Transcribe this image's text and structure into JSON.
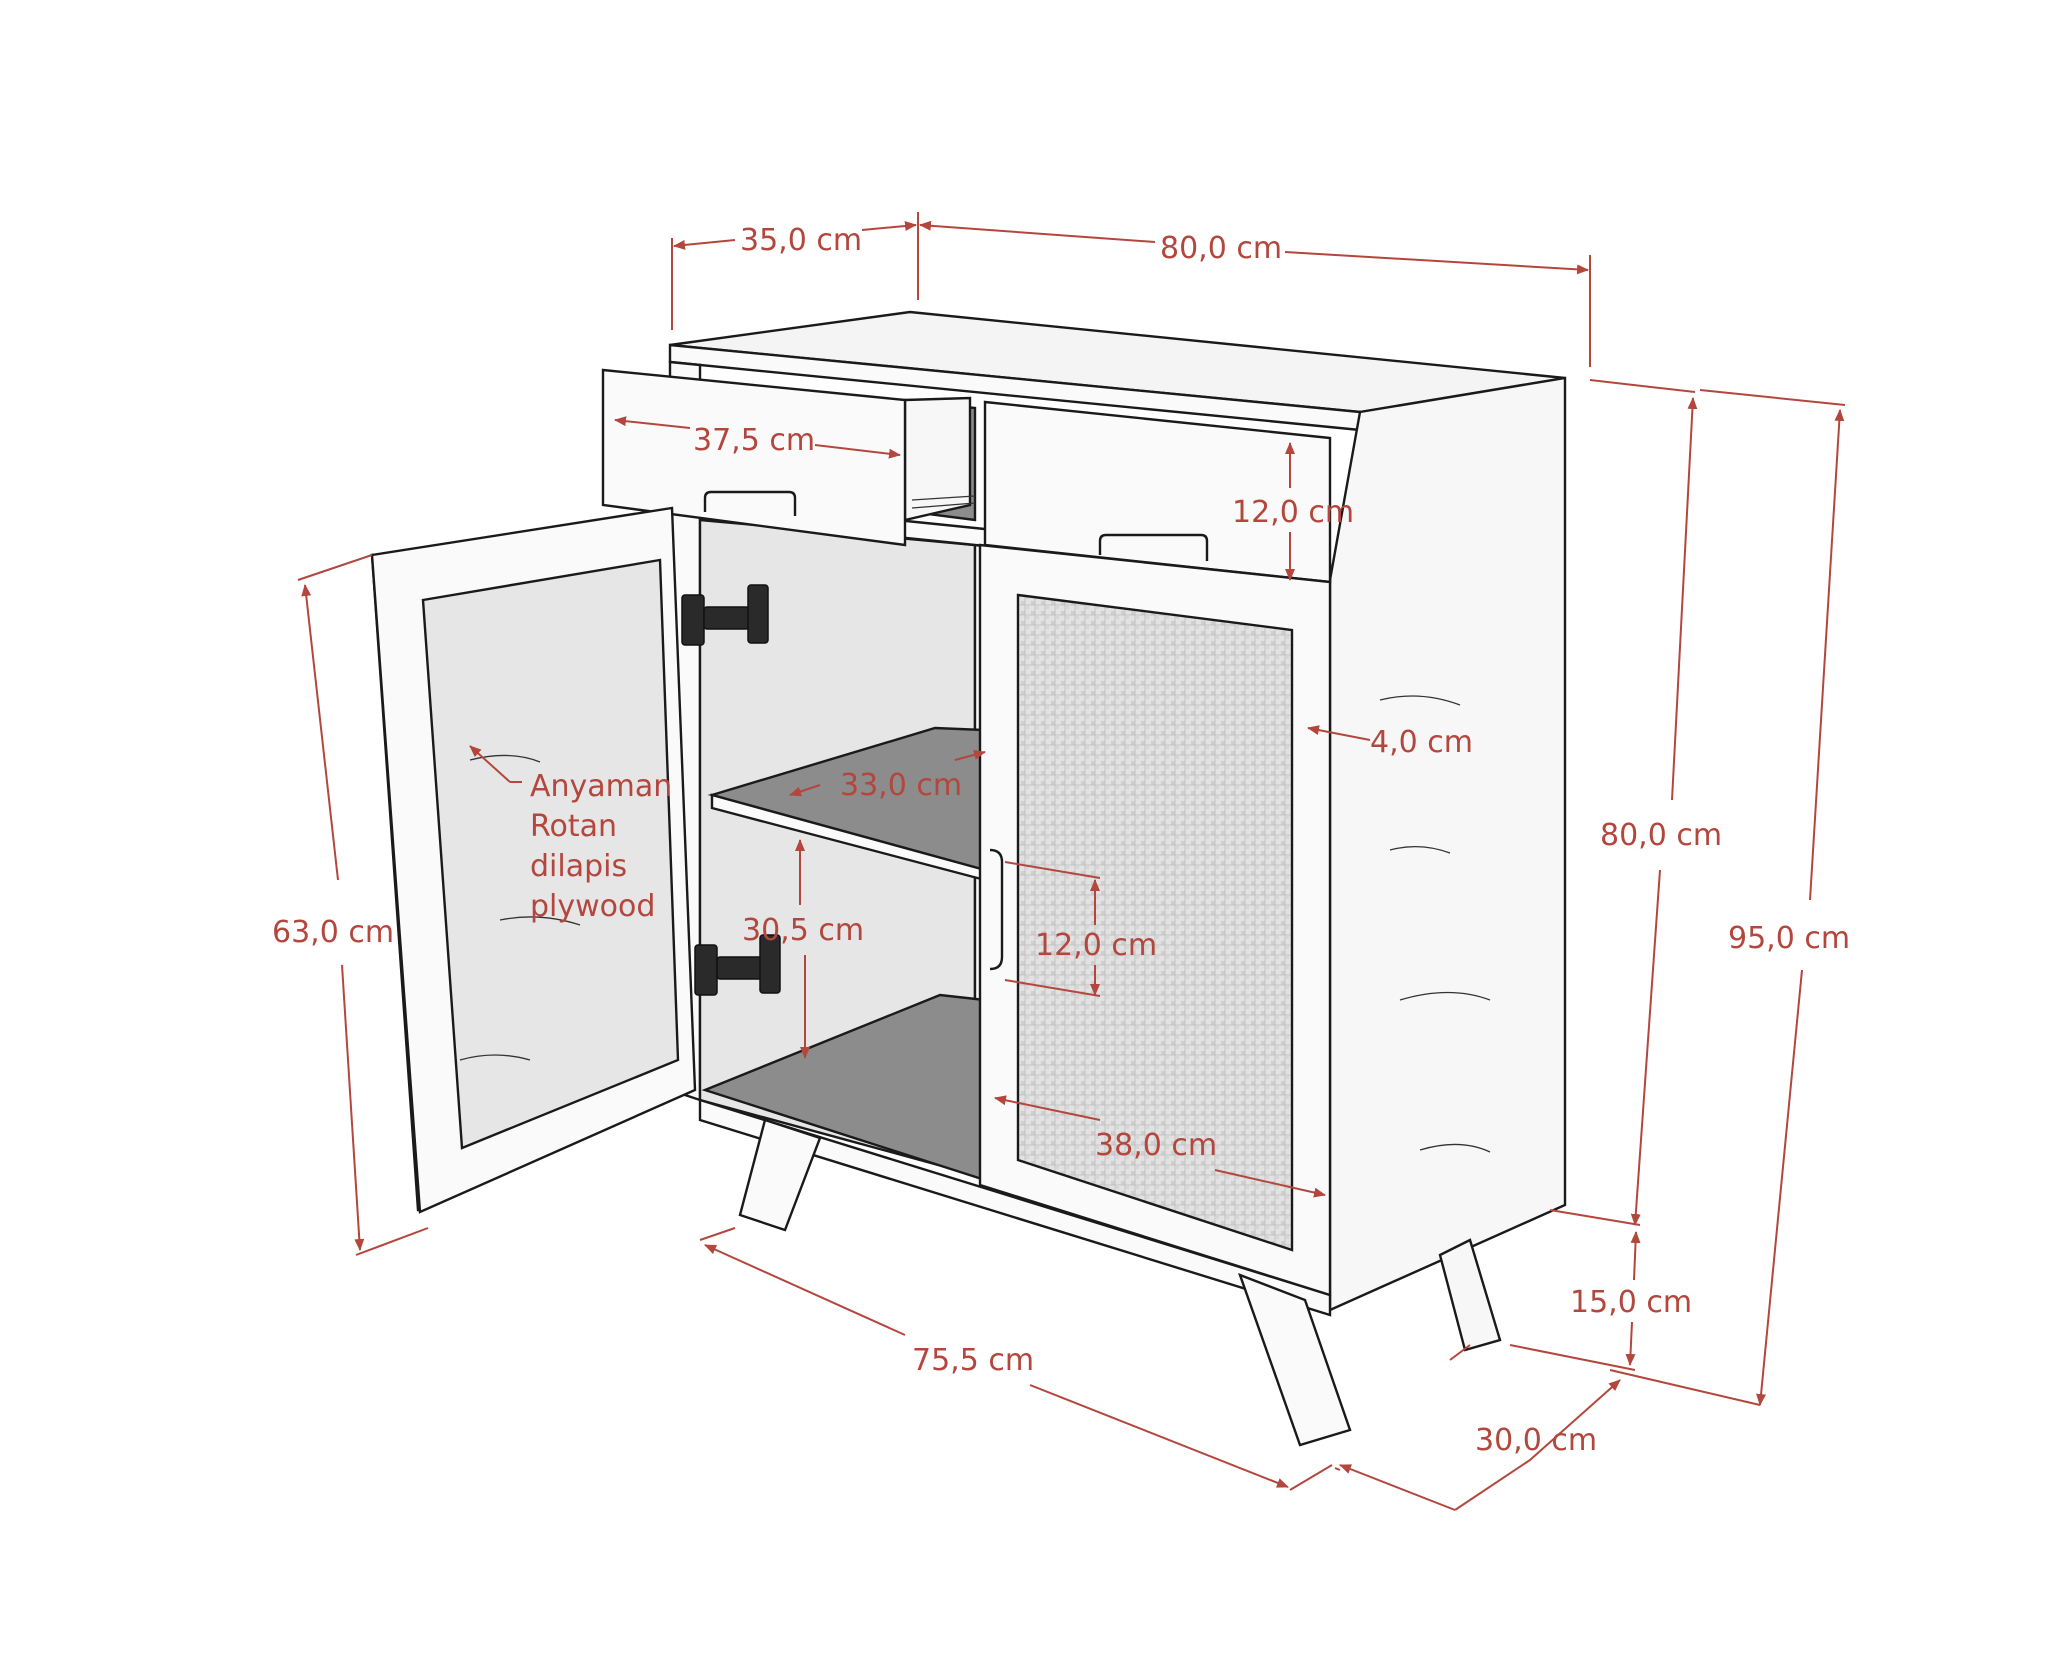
{
  "dimensions": {
    "top_depth": "35,0 cm",
    "top_width": "80,0 cm",
    "drawer_width": "37,5 cm",
    "drawer_height": "12,0 cm",
    "side_gap": "4,0 cm",
    "shelf_depth": "33,0 cm",
    "shelf_spacing": "30,5 cm",
    "handle_cut": "12,0 cm",
    "door_width": "38,0 cm",
    "door_height": "63,0 cm",
    "body_height": "80,0 cm",
    "total_height": "95,0 cm",
    "leg_height": "15,0 cm",
    "base_width": "75,5 cm",
    "base_depth": "30,0 cm"
  },
  "annotation": {
    "line1": "Anyaman",
    "line2": "Rotan",
    "line3": "dilapis",
    "line4": "plywood"
  },
  "colors": {
    "dimension": "#b3473d",
    "outline": "#1a1a1a",
    "shelf": "#8c8c8c"
  }
}
